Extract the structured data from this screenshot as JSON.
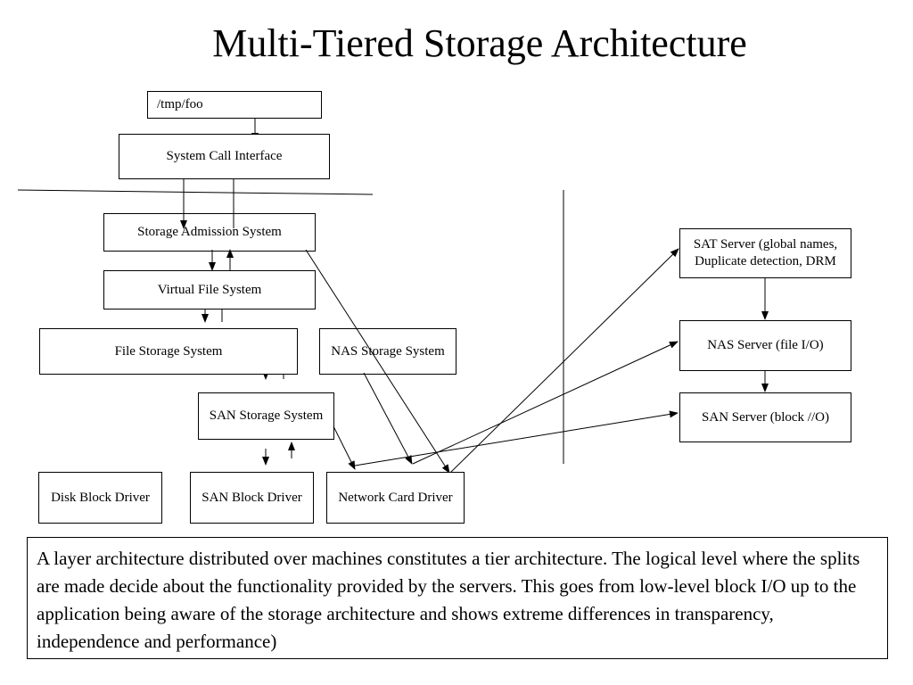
{
  "title": "Multi-Tiered Storage Architecture",
  "boxes": {
    "path": "/tmp/foo",
    "syscall": "System Call Interface",
    "admission": "Storage Admission System",
    "vfs": "Virtual File System",
    "file_storage": "File Storage System",
    "nas_storage": "NAS Storage System",
    "san_storage": "SAN Storage System",
    "disk_block": "Disk Block Driver",
    "san_block": "SAN Block Driver",
    "network_card": "Network Card Driver",
    "sat_server_line1": "SAT Server (global names,",
    "sat_server_line2": "Duplicate detection, DRM",
    "nas_server": "NAS Server (file I/O)",
    "san_server": "SAN Server (block //O)"
  },
  "description": "A layer architecture distributed over machines constitutes a tier architecture. The logical level where the splits are made decide about the functionality provided by the servers. This goes from low-level block I/O up to the application being aware of the storage architecture and shows extreme differences in transparency, independence and performance)"
}
